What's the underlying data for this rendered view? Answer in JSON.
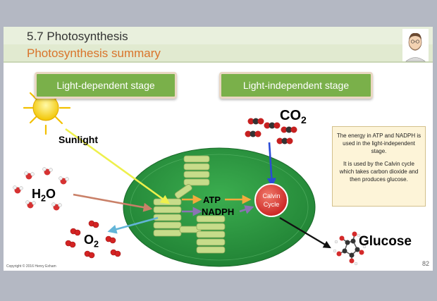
{
  "header": {
    "title": "5.7 Photosynthesis",
    "subtitle": "Photosynthesis summary"
  },
  "stages": {
    "light_dependent": "Light-dependent stage",
    "light_independent": "Light-independent stage"
  },
  "labels": {
    "sunlight": "Sunlight",
    "water_main": "H",
    "water_sub": "2",
    "water_end": "O",
    "oxygen_main": "O",
    "oxygen_sub": "2",
    "co2_main": "CO",
    "co2_sub": "2",
    "atp": "ATP",
    "nadph": "NADPH",
    "calvin_line1": "Calvin",
    "calvin_line2": "Cycle",
    "glucose": "Glucose"
  },
  "info_box": {
    "paragraph1": "The energy in ATP and NADPH is used in the light-independent stage.",
    "paragraph2": "It is used by the Calvin cycle which takes carbon dioxide and then produces glucose."
  },
  "footer": {
    "copyright": "Copyright © 2016 Henry Exham",
    "page_number": "82"
  },
  "colors": {
    "title_text": "#333333",
    "subtitle_text": "#d9742b",
    "stage_box": "#7ab04a",
    "chloroplast": "#2f9a43",
    "thylakoid": "#c7dc8a",
    "calvin": "#d42a2a",
    "sunlight_arrow": "#eef04c",
    "water_arrow": "#c98068",
    "oxygen_arrow": "#63b5d8",
    "atp_arrow": "#f3ab3d",
    "nadph_arrow": "#8c73b5",
    "co2_arrow": "#2a4bd6"
  }
}
